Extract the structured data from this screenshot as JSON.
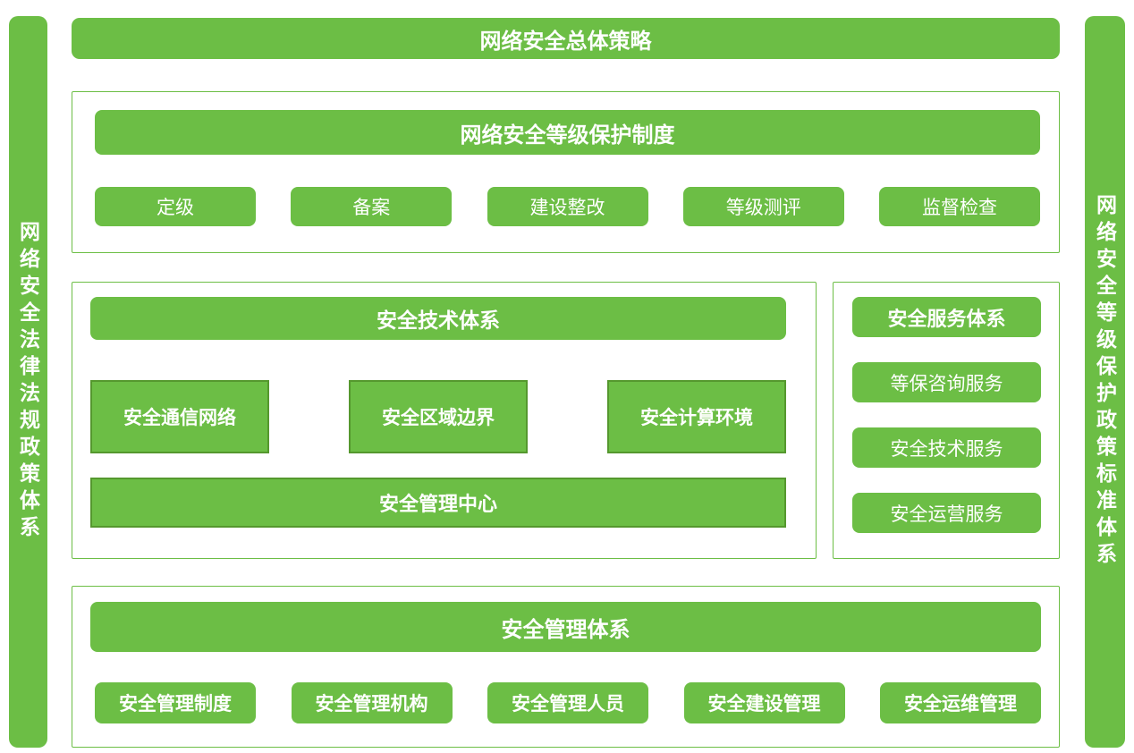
{
  "colors": {
    "primary_green": "#6cbe45",
    "dark_green_border": "#55982e",
    "container_border": "#6cbe45",
    "text_on_green": "#ffffff",
    "background": "#ffffff"
  },
  "top_banner": {
    "label": "网络安全总体策略"
  },
  "left_bar": {
    "label": "网络安全法律法规政策体系"
  },
  "right_bar": {
    "label": "网络安全等级保护政策标准体系"
  },
  "sections": {
    "protection_system": {
      "header": "网络安全等级保护制度",
      "items": [
        "定级",
        "备案",
        "建设整改",
        "等级测评",
        "监督检查"
      ]
    },
    "tech_system": {
      "header": "安全技术体系",
      "items": [
        "安全通信网络",
        "安全区域边界",
        "安全计算环境"
      ],
      "bottom_bar": "安全管理中心"
    },
    "service_system": {
      "header": "安全服务体系",
      "items": [
        "等保咨询服务",
        "安全技术服务",
        "安全运营服务"
      ]
    },
    "management_system": {
      "header": "安全管理体系",
      "items": [
        "安全管理制度",
        "安全管理机构",
        "安全管理人员",
        "安全建设管理",
        "安全运维管理"
      ]
    }
  }
}
